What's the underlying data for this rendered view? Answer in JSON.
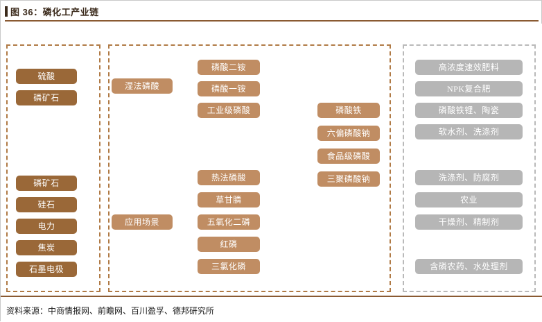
{
  "header": {
    "title": "图 36：磷化工产业链",
    "accent_color": "#3b2a1b",
    "rule_color": "#8a5a32"
  },
  "colors": {
    "node_dark": "#9a6838",
    "node_light": "#c08d63",
    "node_gray": "#b6b6b6",
    "dashed_brown": "#b07a45",
    "dashed_gray": "#b9b9b9"
  },
  "groups": [
    {
      "name": "raw-materials-group",
      "style": "brown"
    },
    {
      "name": "process-products-group",
      "style": "brown"
    },
    {
      "name": "applications-group",
      "style": "gray"
    }
  ],
  "columns": {
    "raw_materials_top": [
      {
        "label": "硫酸"
      },
      {
        "label": "磷矿石"
      }
    ],
    "raw_materials_bottom": [
      {
        "label": "磷矿石"
      },
      {
        "label": "硅石"
      },
      {
        "label": "电力"
      },
      {
        "label": "焦炭"
      },
      {
        "label": "石墨电极"
      }
    ],
    "process_labels": [
      {
        "label": "湿法磷酸"
      },
      {
        "label": "应用场景"
      }
    ],
    "wet_process_products": [
      {
        "label": "磷酸二铵"
      },
      {
        "label": "磷酸一铵"
      },
      {
        "label": "工业级磷酸"
      }
    ],
    "thermal_process_products": [
      {
        "label": "热法磷酸"
      },
      {
        "label": "草甘膦"
      },
      {
        "label": "五氧化二磷"
      },
      {
        "label": "红磷"
      },
      {
        "label": "三氯化磷"
      }
    ],
    "fine_chemicals": [
      {
        "label": "磷酸铁"
      },
      {
        "label": "六偏磷酸钠"
      },
      {
        "label": "食品级磷酸"
      },
      {
        "label": "三聚磷酸钠"
      }
    ],
    "applications_top": [
      {
        "label": "高浓度速效肥料"
      },
      {
        "label": "NPK复合肥"
      },
      {
        "label": "磷酸铁锂、陶瓷"
      },
      {
        "label": "软水剂、洗涤剂"
      }
    ],
    "applications_bottom": [
      {
        "label": "洗涤剂、防腐剂"
      },
      {
        "label": "农业"
      },
      {
        "label": "干燥剂、精制剂"
      },
      {
        "label": "含磷农药、水处理剂"
      }
    ]
  },
  "footer": {
    "source": "资料来源：中商情报网、前瞻网、百川盈孚、德邦研究所"
  }
}
